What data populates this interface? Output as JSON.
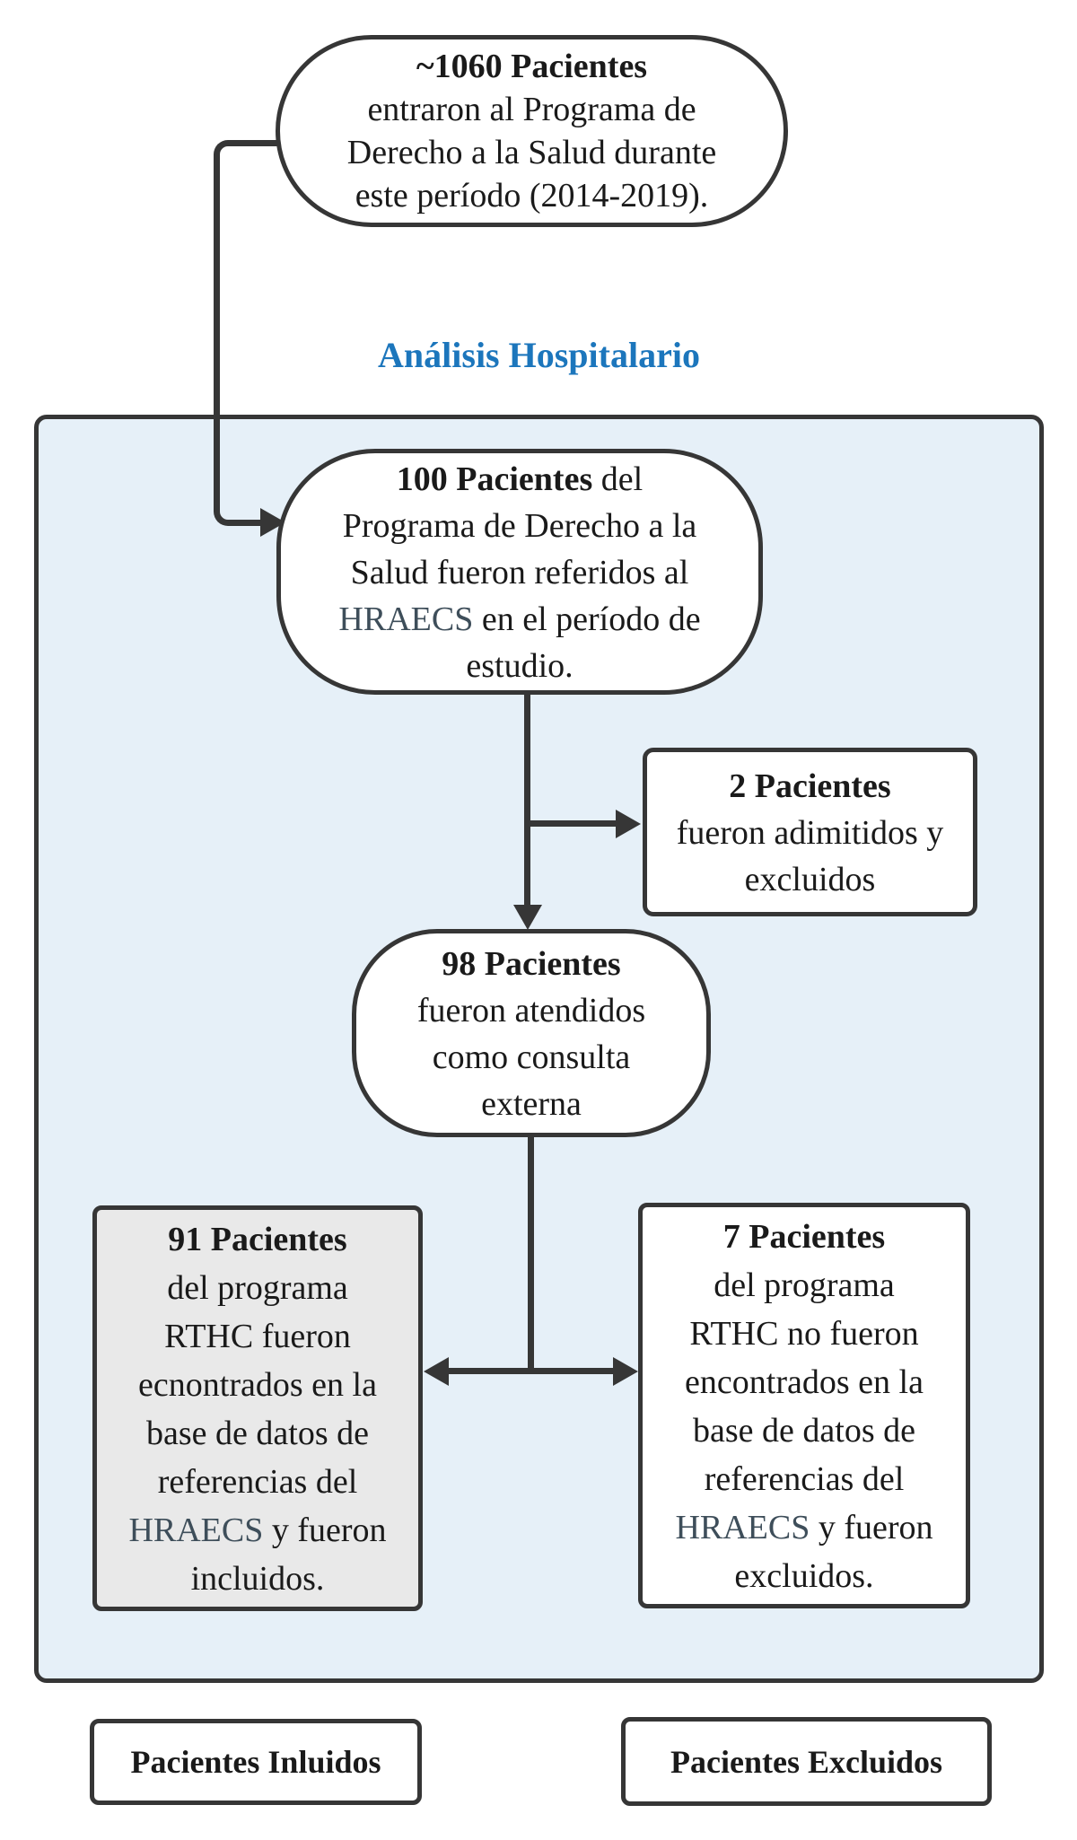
{
  "diagram": {
    "section_title": "Análisis Hospitalario",
    "colors": {
      "title_blue": "#1C76BC",
      "outline": "#363636",
      "panel_fill": "#E6F0F8",
      "included_gray": "#E9E9E9",
      "hraecs_slate": "#3E4E5A"
    },
    "nodes": {
      "entry": {
        "bold": "~1060 Pacientes",
        "line2": "entraron al Programa de",
        "line3": "Derecho a la Salud durante",
        "line4": "este período (2014-2019)."
      },
      "referred": {
        "bold": "100 Pacientes",
        "bold_suffix": " del",
        "line2": "Programa de Derecho a la",
        "line3": "Salud fueron referidos al",
        "hraecs": "HRAECS",
        "line4_rest": " en el período de",
        "line5": "estudio."
      },
      "admitted": {
        "bold": "2 Pacientes",
        "line2": "fueron adimitidos y",
        "line3": "excluidos"
      },
      "outpatient": {
        "bold": "98 Pacientes",
        "line2": "fueron atendidos",
        "line3": "como consulta",
        "line4": "externa"
      },
      "included": {
        "bold": "91 Pacientes",
        "line2": "del programa",
        "line3": "RTHC fueron",
        "line4": "ecnontrados en la",
        "line5": "base de datos de",
        "line6": "referencias del",
        "hraecs": "HRAECS",
        "line7_rest": " y fueron",
        "line8": "incluidos."
      },
      "excluded": {
        "bold": "7 Pacientes",
        "line2": "del programa",
        "line3": "RTHC no fueron",
        "line4": "encontrados en la",
        "line5": "base de datos de",
        "line6": "referencias del",
        "hraecs": "HRAECS",
        "line7_rest": " y fueron",
        "line8": "excluidos."
      }
    },
    "legend": {
      "included": "Pacientes Inluidos",
      "excluded": "Pacientes Excluidos"
    }
  }
}
